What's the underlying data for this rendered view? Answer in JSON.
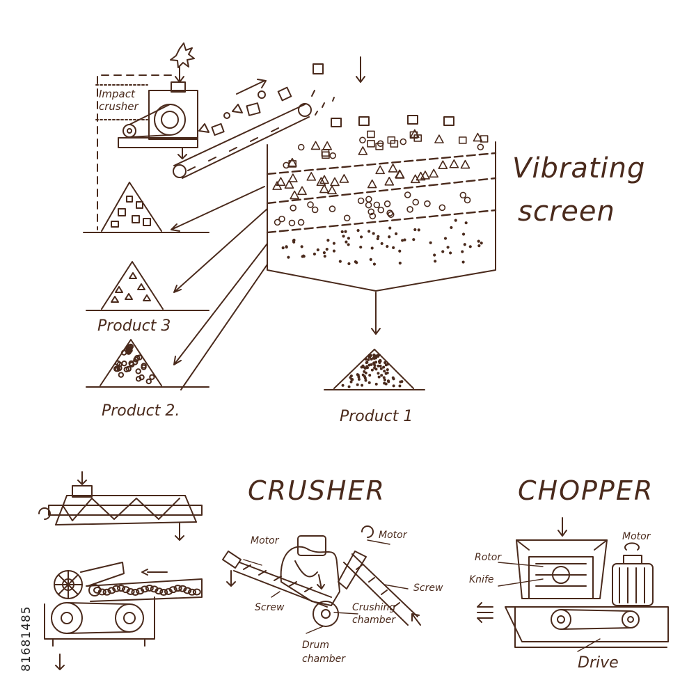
{
  "labels": {
    "impact_crusher": [
      "Impact",
      "crusher"
    ],
    "vibrating_screen": [
      "Vibrating",
      "screen"
    ],
    "product3": "Product 3",
    "product2": "Product 2.",
    "product1": "Product 1",
    "crusher_title": "CRUSHER",
    "chopper_title": "CHOPPER",
    "crusher_motor_left": "Motor",
    "crusher_motor_right": "Motor",
    "crusher_screw_left": "Screw",
    "crusher_screw_right": "Screw",
    "crushing_chamber": [
      "Crushing",
      "chamber"
    ],
    "drum_chamber": [
      "Drum",
      "chamber"
    ],
    "chopper_rotor": "Rotor",
    "chopper_knife": "Knife",
    "chopper_motor": "Motor",
    "chopper_drive": "Drive"
  },
  "stock_id": "81681485",
  "colors": {
    "ink": "#4a2a1c",
    "background": "#ffffff"
  }
}
